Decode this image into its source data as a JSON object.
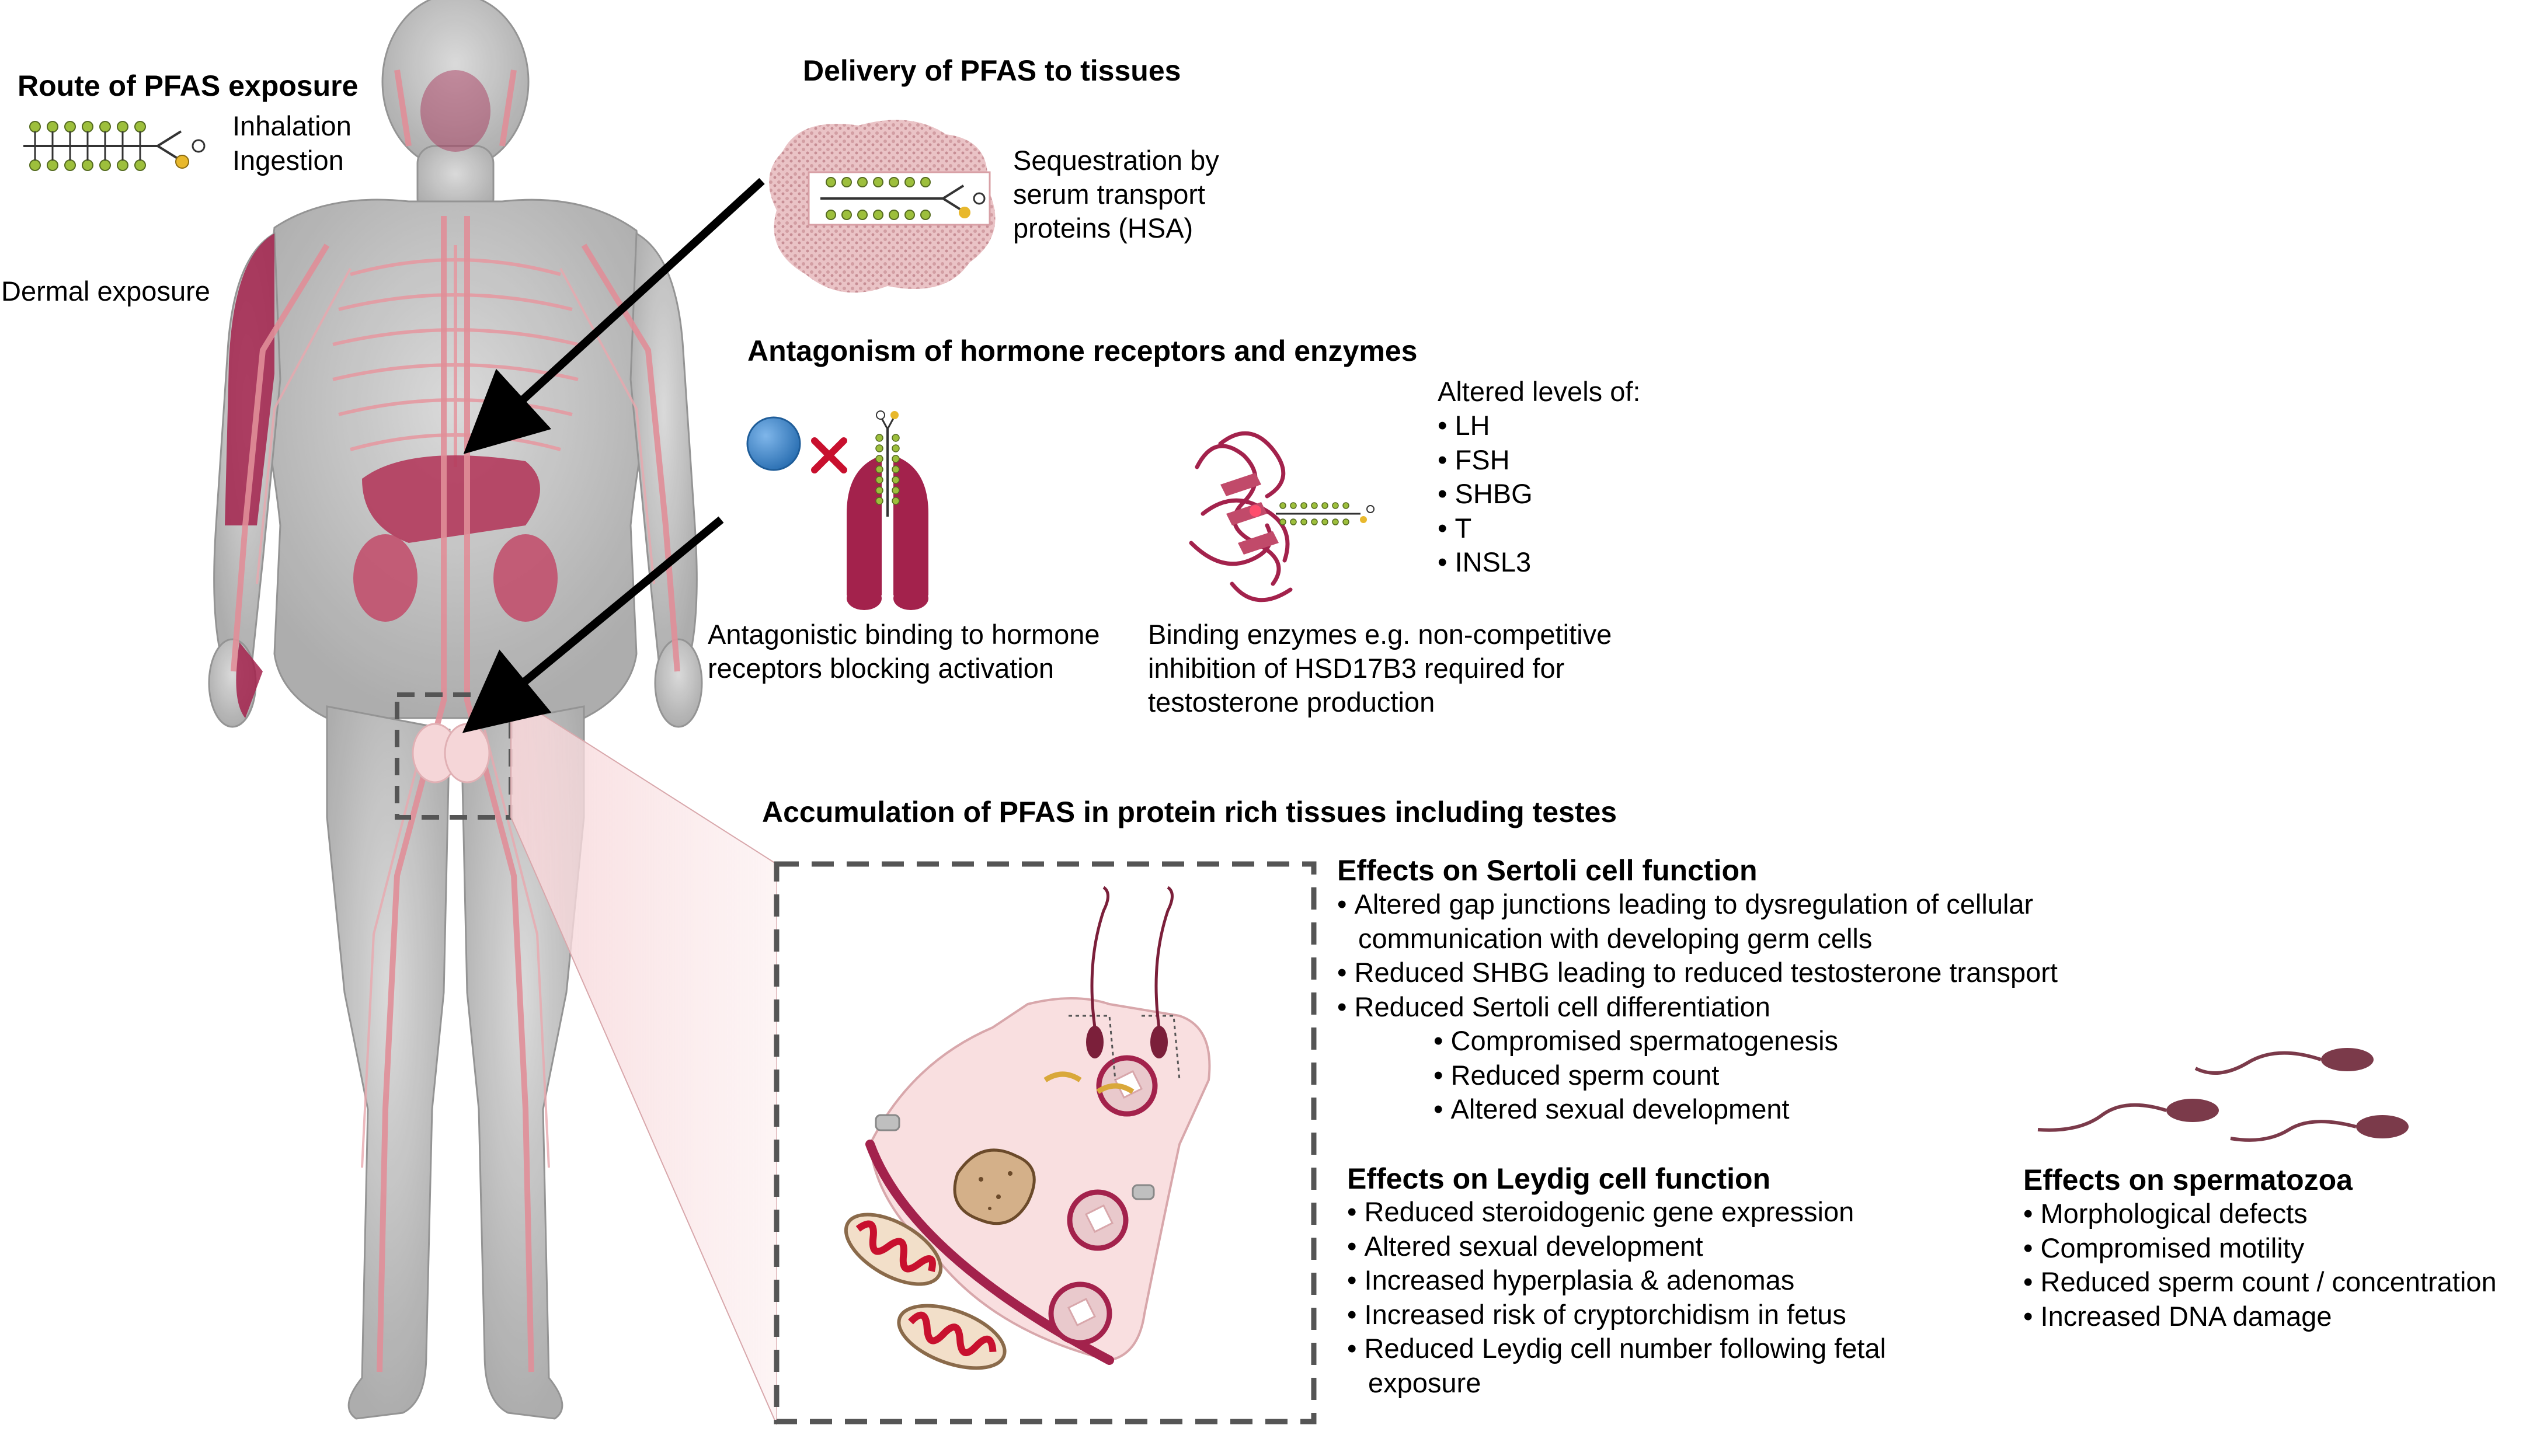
{
  "route": {
    "title": "Route of PFAS exposure",
    "inhalation": "Inhalation",
    "ingestion": "Ingestion",
    "dermal": "Dermal exposure"
  },
  "delivery": {
    "title": "Delivery of PFAS to tissues",
    "lines": [
      "Sequestration by",
      "serum transport",
      "proteins (HSA)"
    ]
  },
  "antagonism": {
    "title": "Antagonism of hormone receptors and enzymes",
    "altered_title": "Altered levels of:",
    "altered_items": [
      "LH",
      "FSH",
      "SHBG",
      "T",
      "INSL3"
    ],
    "receptor_lines": [
      "Antagonistic binding to hormone",
      "receptors blocking activation"
    ],
    "enzyme_lines": [
      "Binding enzymes e.g. non-competitive",
      "inhibition of HSD17B3 required for",
      "testosterone production"
    ]
  },
  "accumulation": {
    "title": "Accumulation of PFAS in protein rich tissues including testes"
  },
  "sertoli": {
    "title": "Effects on Sertoli cell function",
    "items": [
      "Altered gap junctions leading to dysregulation of cellular",
      "communication with developing germ cells",
      "Reduced SHBG leading to reduced testosterone transport",
      "Reduced Sertoli cell differentiation",
      "Compromised spermatogenesis",
      "Reduced sperm count",
      "Altered sexual development"
    ]
  },
  "leydig": {
    "title": "Effects on Leydig cell function",
    "items": [
      "Reduced steroidogenic gene expression",
      "Altered sexual development",
      "Increased hyperplasia & adenomas",
      "Increased risk of cryptorchidism in fetus",
      "Reduced Leydig cell number following fetal",
      "exposure"
    ]
  },
  "spermatozoa": {
    "title": "Effects on spermatozoa",
    "items": [
      "Morphological defects",
      "Compromised motility",
      "Reduced sperm count / concentration",
      "Increased DNA damage"
    ]
  },
  "colors": {
    "tissue": "#a3224c",
    "vessel": "#e08e98",
    "body": "#c4c4c4",
    "molecule": "#9dbf3c",
    "dashed_box": "#555555"
  }
}
